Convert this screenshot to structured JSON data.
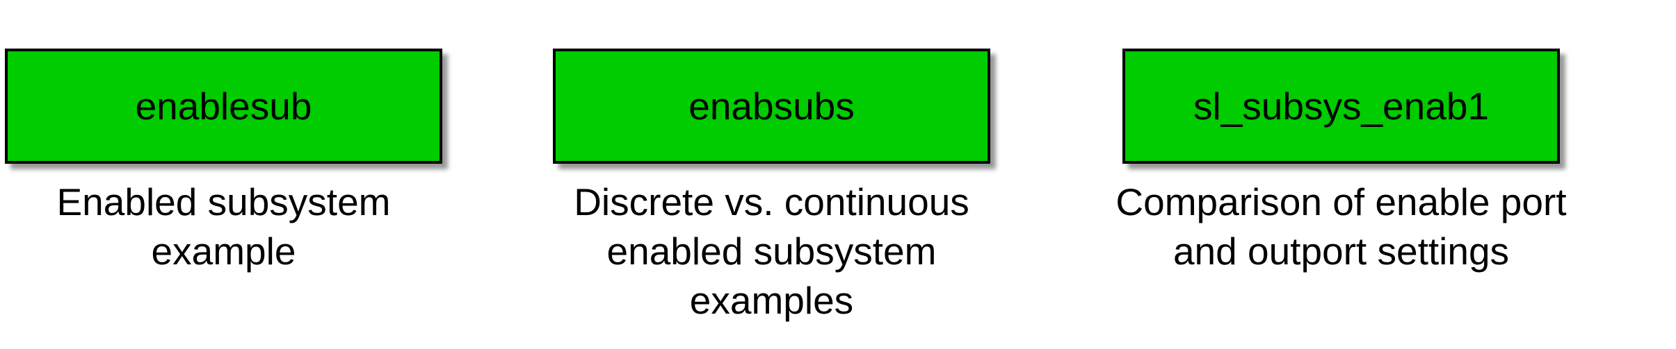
{
  "canvas": {
    "background_color": "#ffffff",
    "block_fill_color": "#00cc00",
    "block_border_color": "#000000",
    "text_color": "#000000"
  },
  "blocks": [
    {
      "label": "enablesub",
      "caption_lines": {
        "line1": "Enabled subsystem",
        "line2": "example"
      }
    },
    {
      "label": "enabsubs",
      "caption_lines": {
        "line1": "Discrete vs. continuous",
        "line2": "enabled subsystem",
        "line3": "examples"
      }
    },
    {
      "label": "sl_subsys_enab1",
      "caption_lines": {
        "line1": "Comparison of enable port",
        "line2": "and outport settings"
      }
    }
  ]
}
